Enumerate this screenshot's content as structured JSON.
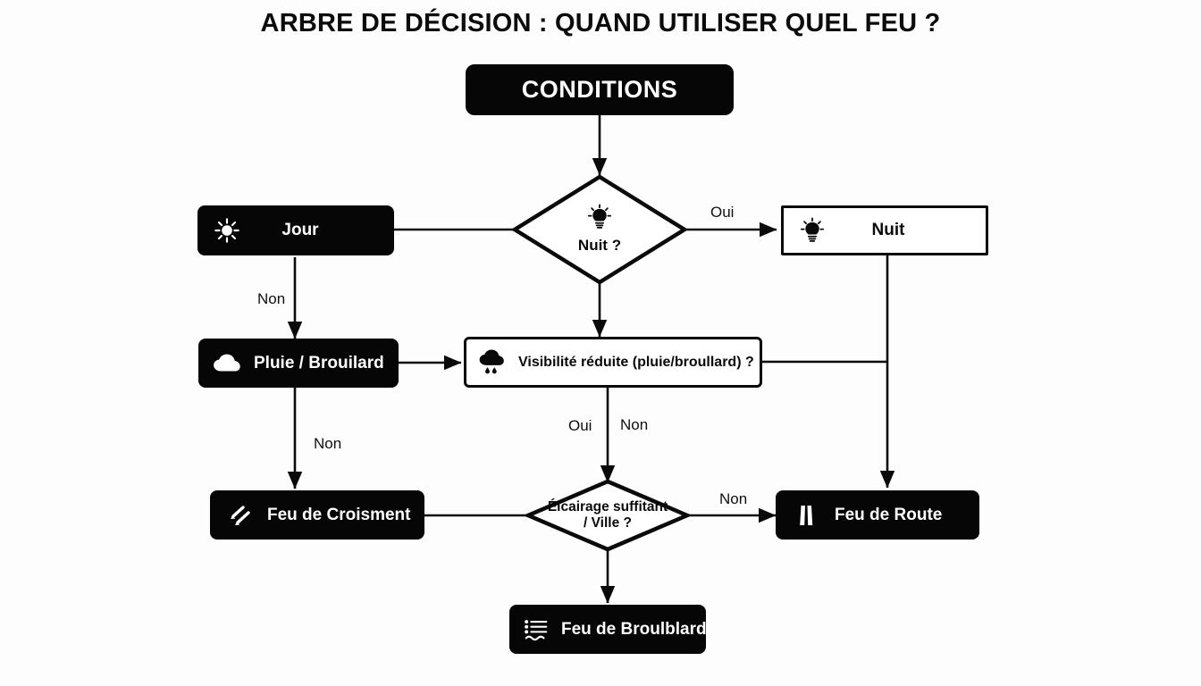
{
  "page": {
    "title": "ARBRE DE DÉCISION : QUAND UTILISER QUEL FEU ?",
    "background_color": "#fdfdfd",
    "ink_color": "#060606",
    "paper_color": "#ffffff"
  },
  "nodes": {
    "conditions": {
      "label": "CONDITIONS",
      "style": "dark",
      "icon": "none"
    },
    "jour": {
      "label": "Jour",
      "style": "dark",
      "icon": "sun-icon"
    },
    "nuit_decision": {
      "label": "Nuit ?",
      "style": "diamond",
      "icon": "lightbulb-icon"
    },
    "nuit": {
      "label": "Nuit",
      "style": "light",
      "icon": "lightbulb-icon"
    },
    "pluie_brouilard": {
      "label": "Pluie / Brouilard",
      "style": "dark",
      "icon": "cloud-icon"
    },
    "visibilite": {
      "label": "Visibilité réduite (pluie/broullard) ?",
      "style": "light",
      "icon": "rain-cloud-icon"
    },
    "eclairage_decision": {
      "label": "Élcairage suffitant\n/ Ville ?",
      "style": "diamond",
      "icon": "none"
    },
    "feu_croisement": {
      "label": "Feu de Croisment",
      "style": "dark",
      "icon": "low-beam-icon"
    },
    "feu_route": {
      "label": "Feu de Route",
      "style": "dark",
      "icon": "high-beam-icon"
    },
    "feu_brouillard": {
      "label": "Feu de Broulblard",
      "style": "dark",
      "icon": "fog-lamp-icon"
    }
  },
  "edge_labels": {
    "nuit_oui": "Oui",
    "jour_non": "Non",
    "pluie_non": "Non",
    "visibilite_oui": "Oui",
    "visibilite_non": "Non",
    "eclairage_non": "Non"
  }
}
